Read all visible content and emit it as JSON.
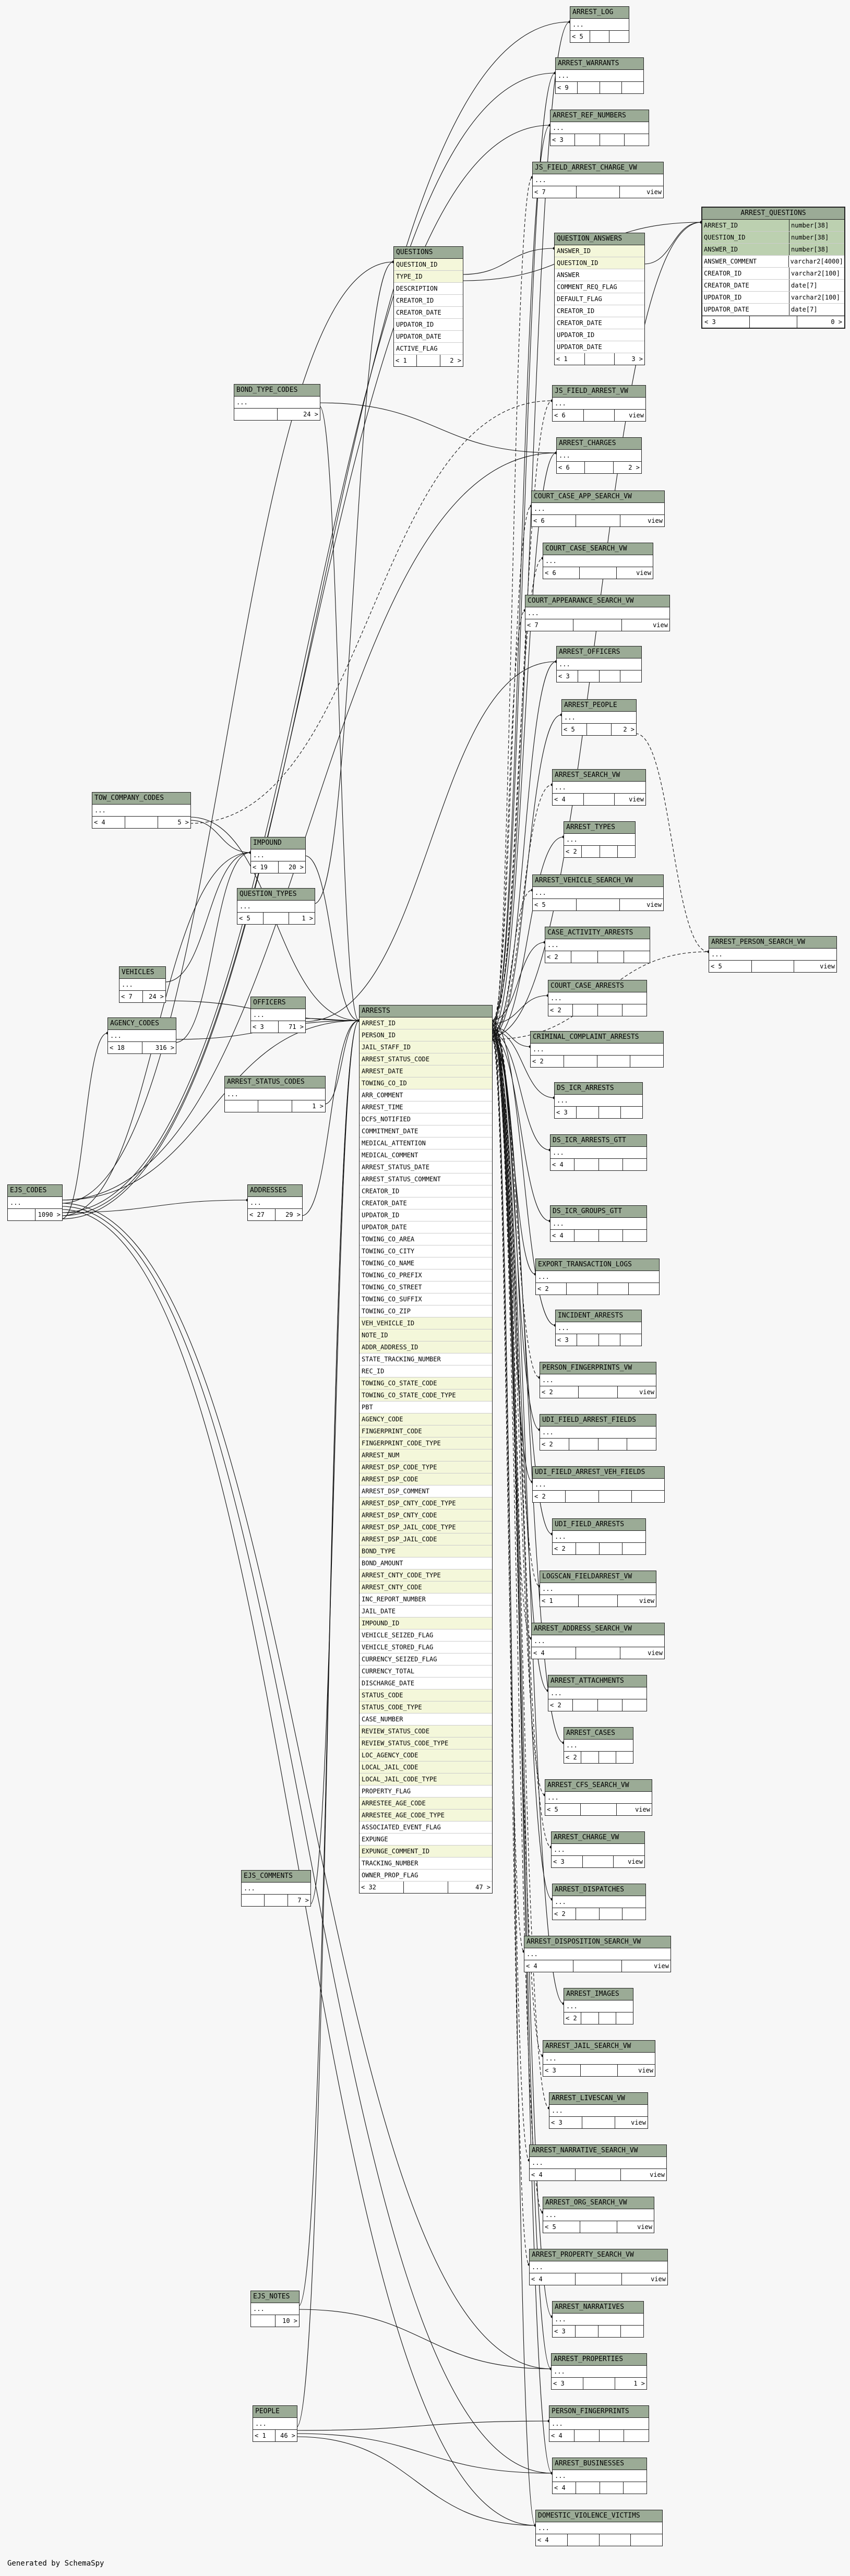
{
  "footer": "Generated by SchemaSpy",
  "tables": [
    {
      "id": "ARREST_LOG",
      "name": "ARREST_LOG",
      "rows": [],
      "footer": [
        "< 5",
        "",
        ""
      ]
    },
    {
      "id": "ARREST_WARRANTS",
      "name": "ARREST_WARRANTS",
      "rows": [],
      "footer": [
        "< 9",
        "",
        "",
        ""
      ]
    },
    {
      "id": "ARREST_REF_NUMBERS",
      "name": "ARREST_REF_NUMBERS",
      "rows": [],
      "footer": [
        "< 3",
        "",
        "",
        ""
      ]
    },
    {
      "id": "JS_FIELD_ARREST_CHARGE_VW",
      "name": "JS_FIELD_ARREST_CHARGE_VW",
      "rows": [],
      "footer": [
        "< 7",
        "",
        "view"
      ]
    },
    {
      "id": "QUESTIONS",
      "name": "QUESTIONS",
      "rows": [
        [
          "QUESTION_ID",
          true
        ],
        [
          "TYPE_ID",
          true
        ],
        [
          "DESCRIPTION",
          false
        ],
        [
          "CREATOR_ID",
          false
        ],
        [
          "CREATOR_DATE",
          false
        ],
        [
          "UPDATOR_ID",
          false
        ],
        [
          "UPDATOR_DATE",
          false
        ],
        [
          "ACTIVE_FLAG",
          false
        ]
      ],
      "footer": [
        "< 1",
        "",
        "2 >"
      ]
    },
    {
      "id": "QUESTION_ANSWERS",
      "name": "QUESTION_ANSWERS",
      "rows": [
        [
          "ANSWER_ID",
          true
        ],
        [
          "QUESTION_ID",
          true
        ],
        [
          "ANSWER",
          false
        ],
        [
          "COMMENT_REQ_FLAG",
          false
        ],
        [
          "DEFAULT_FLAG",
          false
        ],
        [
          "CREATOR_ID",
          false
        ],
        [
          "CREATOR_DATE",
          false
        ],
        [
          "UPDATOR_ID",
          false
        ],
        [
          "UPDATOR_DATE",
          false
        ]
      ],
      "footer": [
        "< 1",
        "",
        "3 >"
      ]
    },
    {
      "id": "BOND_TYPE_CODES",
      "name": "BOND_TYPE_CODES",
      "rows": [],
      "footer": [
        "",
        "24 >"
      ]
    },
    {
      "id": "JS_FIELD_ARREST_VW",
      "name": "JS_FIELD_ARREST_VW",
      "rows": [],
      "footer": [
        "< 6",
        "",
        "view"
      ]
    },
    {
      "id": "ARREST_CHARGES",
      "name": "ARREST_CHARGES",
      "rows": [],
      "footer": [
        "< 6",
        "",
        "2 >"
      ]
    },
    {
      "id": "COURT_CASE_APP_SEARCH_VW",
      "name": "COURT_CASE_APP_SEARCH_VW",
      "rows": [],
      "footer": [
        "< 6",
        "",
        "view"
      ]
    },
    {
      "id": "COURT_CASE_SEARCH_VW",
      "name": "COURT_CASE_SEARCH_VW",
      "rows": [],
      "footer": [
        "< 6",
        "",
        "view"
      ]
    },
    {
      "id": "COURT_APPEARANCE_SEARCH_VW",
      "name": "COURT_APPEARANCE_SEARCH_VW",
      "rows": [],
      "footer": [
        "< 7",
        "",
        "view"
      ]
    },
    {
      "id": "ARREST_OFFICERS",
      "name": "ARREST_OFFICERS",
      "rows": [],
      "footer": [
        "< 3",
        "",
        "",
        ""
      ]
    },
    {
      "id": "ARREST_PEOPLE",
      "name": "ARREST_PEOPLE",
      "rows": [],
      "footer": [
        "< 5",
        "",
        "2 >"
      ]
    },
    {
      "id": "ARREST_SEARCH_VW",
      "name": "ARREST_SEARCH_VW",
      "rows": [],
      "footer": [
        "< 4",
        "",
        "view"
      ]
    },
    {
      "id": "ARREST_TYPES",
      "name": "ARREST_TYPES",
      "rows": [],
      "footer": [
        "< 2",
        "",
        "",
        ""
      ]
    },
    {
      "id": "TOW_COMPANY_CODES",
      "name": "TOW_COMPANY_CODES",
      "rows": [],
      "footer": [
        "< 4",
        "",
        "5 >"
      ]
    },
    {
      "id": "IMPOUND",
      "name": "IMPOUND",
      "rows": [],
      "footer": [
        "< 19",
        "20 >"
      ]
    },
    {
      "id": "ARREST_VEHICLE_SEARCH_VW",
      "name": "ARREST_VEHICLE_SEARCH_VW",
      "rows": [],
      "footer": [
        "< 5",
        "",
        "view"
      ]
    },
    {
      "id": "QUESTION_TYPES",
      "name": "QUESTION_TYPES",
      "rows": [],
      "footer": [
        "< 5",
        "",
        "1 >"
      ]
    },
    {
      "id": "CASE_ACTIVITY_ARRESTS",
      "name": "CASE_ACTIVITY_ARRESTS",
      "rows": [],
      "footer": [
        "< 2",
        "",
        "",
        ""
      ]
    },
    {
      "id": "ARREST_PERSON_SEARCH_VW",
      "name": "ARREST_PERSON_SEARCH_VW",
      "rows": [],
      "footer": [
        "< 5",
        "",
        "view"
      ]
    },
    {
      "id": "VEHICLES",
      "name": "VEHICLES",
      "rows": [],
      "footer": [
        "< 7",
        "24 >"
      ]
    },
    {
      "id": "COURT_CASE_ARRESTS",
      "name": "COURT_CASE_ARRESTS",
      "rows": [],
      "footer": [
        "< 2",
        "",
        "",
        ""
      ]
    },
    {
      "id": "OFFICERS",
      "name": "OFFICERS",
      "rows": [],
      "footer": [
        "< 3",
        "71 >"
      ]
    },
    {
      "id": "AGENCY_CODES",
      "name": "AGENCY_CODES",
      "rows": [],
      "footer": [
        "< 18",
        "316 >"
      ]
    },
    {
      "id": "CRIMINAL_COMPLAINT_ARRESTS",
      "name": "CRIMINAL_COMPLAINT_ARRESTS",
      "rows": [],
      "footer": [
        "< 2",
        "",
        "",
        ""
      ]
    },
    {
      "id": "ARREST_STATUS_CODES",
      "name": "ARREST_STATUS_CODES",
      "rows": [],
      "footer": [
        "",
        "",
        "1 >"
      ]
    },
    {
      "id": "DS_ICR_ARRESTS",
      "name": "DS_ICR_ARRESTS",
      "rows": [],
      "footer": [
        "< 3",
        "",
        "",
        ""
      ]
    },
    {
      "id": "DS_ICR_ARRESTS_GTT",
      "name": "DS_ICR_ARRESTS_GTT",
      "rows": [],
      "footer": [
        "< 4",
        "",
        "",
        ""
      ]
    },
    {
      "id": "EJS_CODES",
      "name": "EJS_CODES",
      "rows": [],
      "footer": [
        "",
        "1090 >"
      ]
    },
    {
      "id": "ADDRESSES",
      "name": "ADDRESSES",
      "rows": [],
      "footer": [
        "< 27",
        "29 >"
      ]
    },
    {
      "id": "DS_ICR_GROUPS_GTT",
      "name": "DS_ICR_GROUPS_GTT",
      "rows": [],
      "footer": [
        "< 4",
        "",
        "",
        ""
      ]
    },
    {
      "id": "EXPORT_TRANSACTION_LOGS",
      "name": "EXPORT_TRANSACTION_LOGS",
      "rows": [],
      "footer": [
        "< 2",
        "",
        "",
        ""
      ]
    },
    {
      "id": "INCIDENT_ARRESTS",
      "name": "INCIDENT_ARRESTS",
      "rows": [],
      "footer": [
        "< 3",
        "",
        "",
        ""
      ]
    },
    {
      "id": "PERSON_FINGERPRINTS_VW",
      "name": "PERSON_FINGERPRINTS_VW",
      "rows": [],
      "footer": [
        "< 2",
        "",
        "view"
      ]
    },
    {
      "id": "UDI_FIELD_ARREST_FIELDS",
      "name": "UDI_FIELD_ARREST_FIELDS",
      "rows": [],
      "footer": [
        "< 2",
        "",
        "",
        ""
      ]
    },
    {
      "id": "UDI_FIELD_ARREST_VEH_FIELDS",
      "name": "UDI_FIELD_ARREST_VEH_FIELDS",
      "rows": [],
      "footer": [
        "< 2",
        "",
        "",
        ""
      ]
    },
    {
      "id": "UDI_FIELD_ARRESTS",
      "name": "UDI_FIELD_ARRESTS",
      "rows": [],
      "footer": [
        "< 2",
        "",
        "",
        ""
      ]
    },
    {
      "id": "LOGSCAN_FIELDARREST_VW",
      "name": "LOGSCAN_FIELDARREST_VW",
      "rows": [],
      "footer": [
        "< 1",
        "",
        "view"
      ]
    },
    {
      "id": "ARREST_ADDRESS_SEARCH_VW",
      "name": "ARREST_ADDRESS_SEARCH_VW",
      "rows": [],
      "footer": [
        "< 4",
        "",
        "view"
      ]
    },
    {
      "id": "ARREST_ATTACHMENTS",
      "name": "ARREST_ATTACHMENTS",
      "rows": [],
      "footer": [
        "< 2",
        "",
        "",
        ""
      ]
    },
    {
      "id": "ARREST_CASES",
      "name": "ARREST_CASES",
      "rows": [],
      "footer": [
        "< 2",
        "",
        "",
        ""
      ]
    },
    {
      "id": "ARREST_CFS_SEARCH_VW",
      "name": "ARREST_CFS_SEARCH_VW",
      "rows": [],
      "footer": [
        "< 5",
        "",
        "view"
      ]
    },
    {
      "id": "EJS_COMMENTS",
      "name": "EJS_COMMENTS",
      "rows": [],
      "footer": [
        "",
        "",
        "7 >"
      ]
    },
    {
      "id": "ARREST_CHARGE_VW",
      "name": "ARREST_CHARGE_VW",
      "rows": [],
      "footer": [
        "< 3",
        "",
        "view"
      ]
    },
    {
      "id": "ARREST_DISPATCHES",
      "name": "ARREST_DISPATCHES",
      "rows": [],
      "footer": [
        "< 2",
        "",
        "",
        ""
      ]
    },
    {
      "id": "ARREST_DISPOSITION_SEARCH_VW",
      "name": "ARREST_DISPOSITION_SEARCH_VW",
      "rows": [],
      "footer": [
        "< 4",
        "",
        "view"
      ]
    },
    {
      "id": "ARREST_IMAGES",
      "name": "ARREST_IMAGES",
      "rows": [],
      "footer": [
        "< 2",
        "",
        "",
        ""
      ]
    },
    {
      "id": "ARREST_JAIL_SEARCH_VW",
      "name": "ARREST_JAIL_SEARCH_VW",
      "rows": [],
      "footer": [
        "< 3",
        "",
        "view"
      ]
    },
    {
      "id": "ARREST_LIVESCAN_VW",
      "name": "ARREST_LIVESCAN_VW",
      "rows": [],
      "footer": [
        "< 3",
        "",
        "view"
      ]
    },
    {
      "id": "ARREST_NARRATIVE_SEARCH_VW",
      "name": "ARREST_NARRATIVE_SEARCH_VW",
      "rows": [],
      "footer": [
        "< 4",
        "",
        "view"
      ]
    },
    {
      "id": "ARREST_ORG_SEARCH_VW",
      "name": "ARREST_ORG_SEARCH_VW",
      "rows": [],
      "footer": [
        "< 5",
        "",
        "view"
      ]
    },
    {
      "id": "ARREST_PROPERTY_SEARCH_VW",
      "name": "ARREST_PROPERTY_SEARCH_VW",
      "rows": [],
      "footer": [
        "< 4",
        "",
        "view"
      ]
    },
    {
      "id": "EJS_NOTES",
      "name": "EJS_NOTES",
      "rows": [],
      "footer": [
        "",
        "10 >"
      ]
    },
    {
      "id": "ARREST_NARRATIVES",
      "name": "ARREST_NARRATIVES",
      "rows": [],
      "footer": [
        "< 3",
        "",
        "",
        ""
      ]
    },
    {
      "id": "ARREST_PROPERTIES",
      "name": "ARREST_PROPERTIES",
      "rows": [],
      "footer": [
        "< 3",
        "",
        "1 >"
      ]
    },
    {
      "id": "PEOPLE",
      "name": "PEOPLE",
      "rows": [],
      "footer": [
        "< 1",
        "46 >"
      ]
    },
    {
      "id": "PERSON_FINGERPRINTS",
      "name": "PERSON_FINGERPRINTS",
      "rows": [],
      "footer": [
        "< 4",
        "",
        "",
        ""
      ]
    },
    {
      "id": "ARREST_BUSINESSES",
      "name": "ARREST_BUSINESSES",
      "rows": [],
      "footer": [
        "< 4",
        "",
        "",
        ""
      ]
    },
    {
      "id": "DOMESTIC_VIOLENCE_VICTIMS",
      "name": "DOMESTIC_VIOLENCE_VICTIMS",
      "rows": [],
      "footer": [
        "< 4",
        "",
        "",
        ""
      ]
    },
    {
      "id": "ARRESTS",
      "name": "ARRESTS",
      "rows": [
        [
          "ARREST_ID",
          true
        ],
        [
          "PERSON_ID",
          true
        ],
        [
          "JAIL_STAFF_ID",
          true
        ],
        [
          "ARREST_STATUS_CODE",
          true
        ],
        [
          "ARREST_DATE",
          true
        ],
        [
          "TOWING_CO_ID",
          true
        ],
        [
          "ARR_COMMENT",
          false
        ],
        [
          "ARREST_TIME",
          false
        ],
        [
          "DCFS_NOTIFIED",
          false
        ],
        [
          "COMMITMENT_DATE",
          false
        ],
        [
          "MEDICAL_ATTENTION",
          false
        ],
        [
          "MEDICAL_COMMENT",
          false
        ],
        [
          "ARREST_STATUS_DATE",
          false
        ],
        [
          "ARREST_STATUS_COMMENT",
          false
        ],
        [
          "CREATOR_ID",
          false
        ],
        [
          "CREATOR_DATE",
          false
        ],
        [
          "UPDATOR_ID",
          false
        ],
        [
          "UPDATOR_DATE",
          false
        ],
        [
          "TOWING_CO_AREA",
          false
        ],
        [
          "TOWING_CO_CITY",
          false
        ],
        [
          "TOWING_CO_NAME",
          false
        ],
        [
          "TOWING_CO_PREFIX",
          false
        ],
        [
          "TOWING_CO_STREET",
          false
        ],
        [
          "TOWING_CO_SUFFIX",
          false
        ],
        [
          "TOWING_CO_ZIP",
          false
        ],
        [
          "VEH_VEHICLE_ID",
          true
        ],
        [
          "NOTE_ID",
          true
        ],
        [
          "ADDR_ADDRESS_ID",
          true
        ],
        [
          "STATE_TRACKING_NUMBER",
          false
        ],
        [
          "REC_ID",
          false
        ],
        [
          "TOWING_CO_STATE_CODE",
          true
        ],
        [
          "TOWING_CO_STATE_CODE_TYPE",
          true
        ],
        [
          "PBT",
          false
        ],
        [
          "AGENCY_CODE",
          true
        ],
        [
          "FINGERPRINT_CODE",
          true
        ],
        [
          "FINGERPRINT_CODE_TYPE",
          true
        ],
        [
          "ARREST_NUM",
          true
        ],
        [
          "ARREST_DSP_CODE_TYPE",
          true
        ],
        [
          "ARREST_DSP_CODE",
          true
        ],
        [
          "ARREST_DSP_COMMENT",
          false
        ],
        [
          "ARREST_DSP_CNTY_CODE_TYPE",
          true
        ],
        [
          "ARREST_DSP_CNTY_CODE",
          true
        ],
        [
          "ARREST_DSP_JAIL_CODE_TYPE",
          true
        ],
        [
          "ARREST_DSP_JAIL_CODE",
          true
        ],
        [
          "BOND_TYPE",
          true
        ],
        [
          "BOND_AMOUNT",
          false
        ],
        [
          "ARREST_CNTY_CODE_TYPE",
          true
        ],
        [
          "ARREST_CNTY_CODE",
          true
        ],
        [
          "INC_REPORT_NUMBER",
          false
        ],
        [
          "JAIL_DATE",
          false
        ],
        [
          "IMPOUND_ID",
          true
        ],
        [
          "VEHICLE_SEIZED_FLAG",
          false
        ],
        [
          "VEHICLE_STORED_FLAG",
          false
        ],
        [
          "CURRENCY_SEIZED_FLAG",
          false
        ],
        [
          "CURRENCY_TOTAL",
          false
        ],
        [
          "DISCHARGE_DATE",
          false
        ],
        [
          "STATUS_CODE",
          true
        ],
        [
          "STATUS_CODE_TYPE",
          true
        ],
        [
          "CASE_NUMBER",
          false
        ],
        [
          "REVIEW_STATUS_CODE",
          true
        ],
        [
          "REVIEW_STATUS_CODE_TYPE",
          true
        ],
        [
          "LOC_AGENCY_CODE",
          true
        ],
        [
          "LOCAL_JAIL_CODE",
          true
        ],
        [
          "LOCAL_JAIL_CODE_TYPE",
          true
        ],
        [
          "PROPERTY_FLAG",
          false
        ],
        [
          "ARRESTEE_AGE_CODE",
          true
        ],
        [
          "ARRESTEE_AGE_CODE_TYPE",
          true
        ],
        [
          "ASSOCIATED_EVENT_FLAG",
          false
        ],
        [
          "EXPUNGE",
          false
        ],
        [
          "EXPUNGE_COMMENT_ID",
          true
        ],
        [
          "TRACKING_NUMBER",
          false
        ],
        [
          "OWNER_PROP_FLAG",
          false
        ]
      ],
      "footer": [
        "< 32",
        "",
        "47 >"
      ]
    }
  ],
  "arrest_questions": {
    "name": "ARREST_QUESTIONS",
    "rows": [
      [
        "ARREST_ID",
        "number[38]",
        true
      ],
      [
        "QUESTION_ID",
        "number[38]",
        true
      ],
      [
        "ANSWER_ID",
        "number[38]",
        true
      ],
      [
        "ANSWER_COMMENT",
        "varchar2[4000]",
        false
      ],
      [
        "CREATOR_ID",
        "varchar2[100]",
        false
      ],
      [
        "CREATOR_DATE",
        "date[7]",
        false
      ],
      [
        "UPDATOR_ID",
        "varchar2[100]",
        false
      ],
      [
        "UPDATOR_DATE",
        "date[7]",
        false
      ]
    ],
    "footer": [
      "< 3",
      "",
      "0 >"
    ]
  }
}
